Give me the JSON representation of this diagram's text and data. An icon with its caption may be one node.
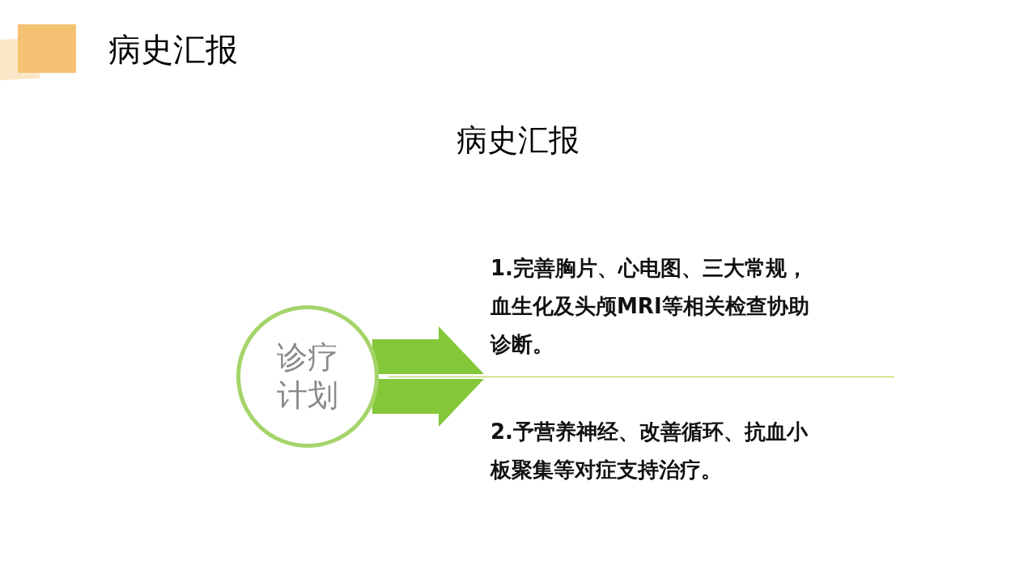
{
  "diagram": {
    "title": "病史汇报",
    "labels": [
      "病史汇报"
    ],
    "nodes": [
      {
        "text": [
          "诊疗计划"
        ]
      },
      {
        "text": [
          "1.完善胸片、心电图、三大常规，血生化及头颅MRI等相关检查协助诊断。"
        ]
      },
      {
        "text": [
          "2.予营养神经、改善循环、抗血小板聚集等对症支持治疗。"
        ]
      }
    ],
    "edges": [
      {
        "from": 0,
        "to": 1,
        "arrow": "to"
      },
      {
        "from": 0,
        "to": 2,
        "arrow": "to"
      }
    ]
  }
}
